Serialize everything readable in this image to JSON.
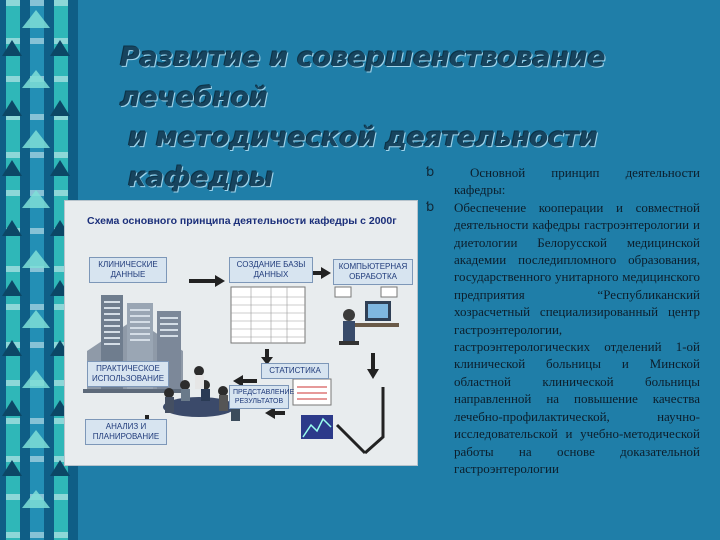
{
  "slide": {
    "title_line1": "Развитие и совершенствование лечебной",
    "title_line2": "и методической деятельности кафедры"
  },
  "diagram": {
    "heading": "Схема основного принципа деятельности кафедры с 2000г",
    "boxes": {
      "clinical_data": [
        "КЛИНИЧЕСКИЕ",
        "ДАННЫЕ"
      ],
      "database": [
        "СОЗДАНИЕ БАЗЫ",
        "ДАННЫХ"
      ],
      "computer_processing": [
        "КОМПЬЮТЕРНАЯ",
        "ОБРАБОТКА"
      ],
      "practical_use": [
        "ПРАКТИЧЕСКОЕ",
        "ИСПОЛЬЗОВАНИЕ"
      ],
      "statistics": [
        "СТАТИСТИКА"
      ],
      "results": [
        "ПРЕДСТАВЛЕНИЕ",
        "РЕЗУЛЬТАТОВ"
      ],
      "analysis": [
        "АНАЛИЗ И",
        "ПЛАНИРОВАНИЕ"
      ]
    }
  },
  "bullets": [
    {
      "marker": "ƅ",
      "text": "Основной принцип деятельности кафедры:"
    },
    {
      "marker": "ƅ",
      "text": "Обеспечение кооперации и совместной деятельности кафедры гастроэнтерологии и диетологии Белорусской медицинской академии последипломного образования, государственного унитарного медицинского предприятия “Республиканский хозрасчетный специализированный центр гастроэнтерологии, гастроэнтерологических отделений 1-ой клинической больницы и Минской областной клинической больницы направленной на повышение качества лечебно-профилактической, научно-исследовательской и учебно-методической работы на основе доказательной гастроэнтерологии"
    }
  ],
  "colors": {
    "background": "#1f7ea8",
    "title": "#17445e",
    "panel": "#e8ecee"
  }
}
